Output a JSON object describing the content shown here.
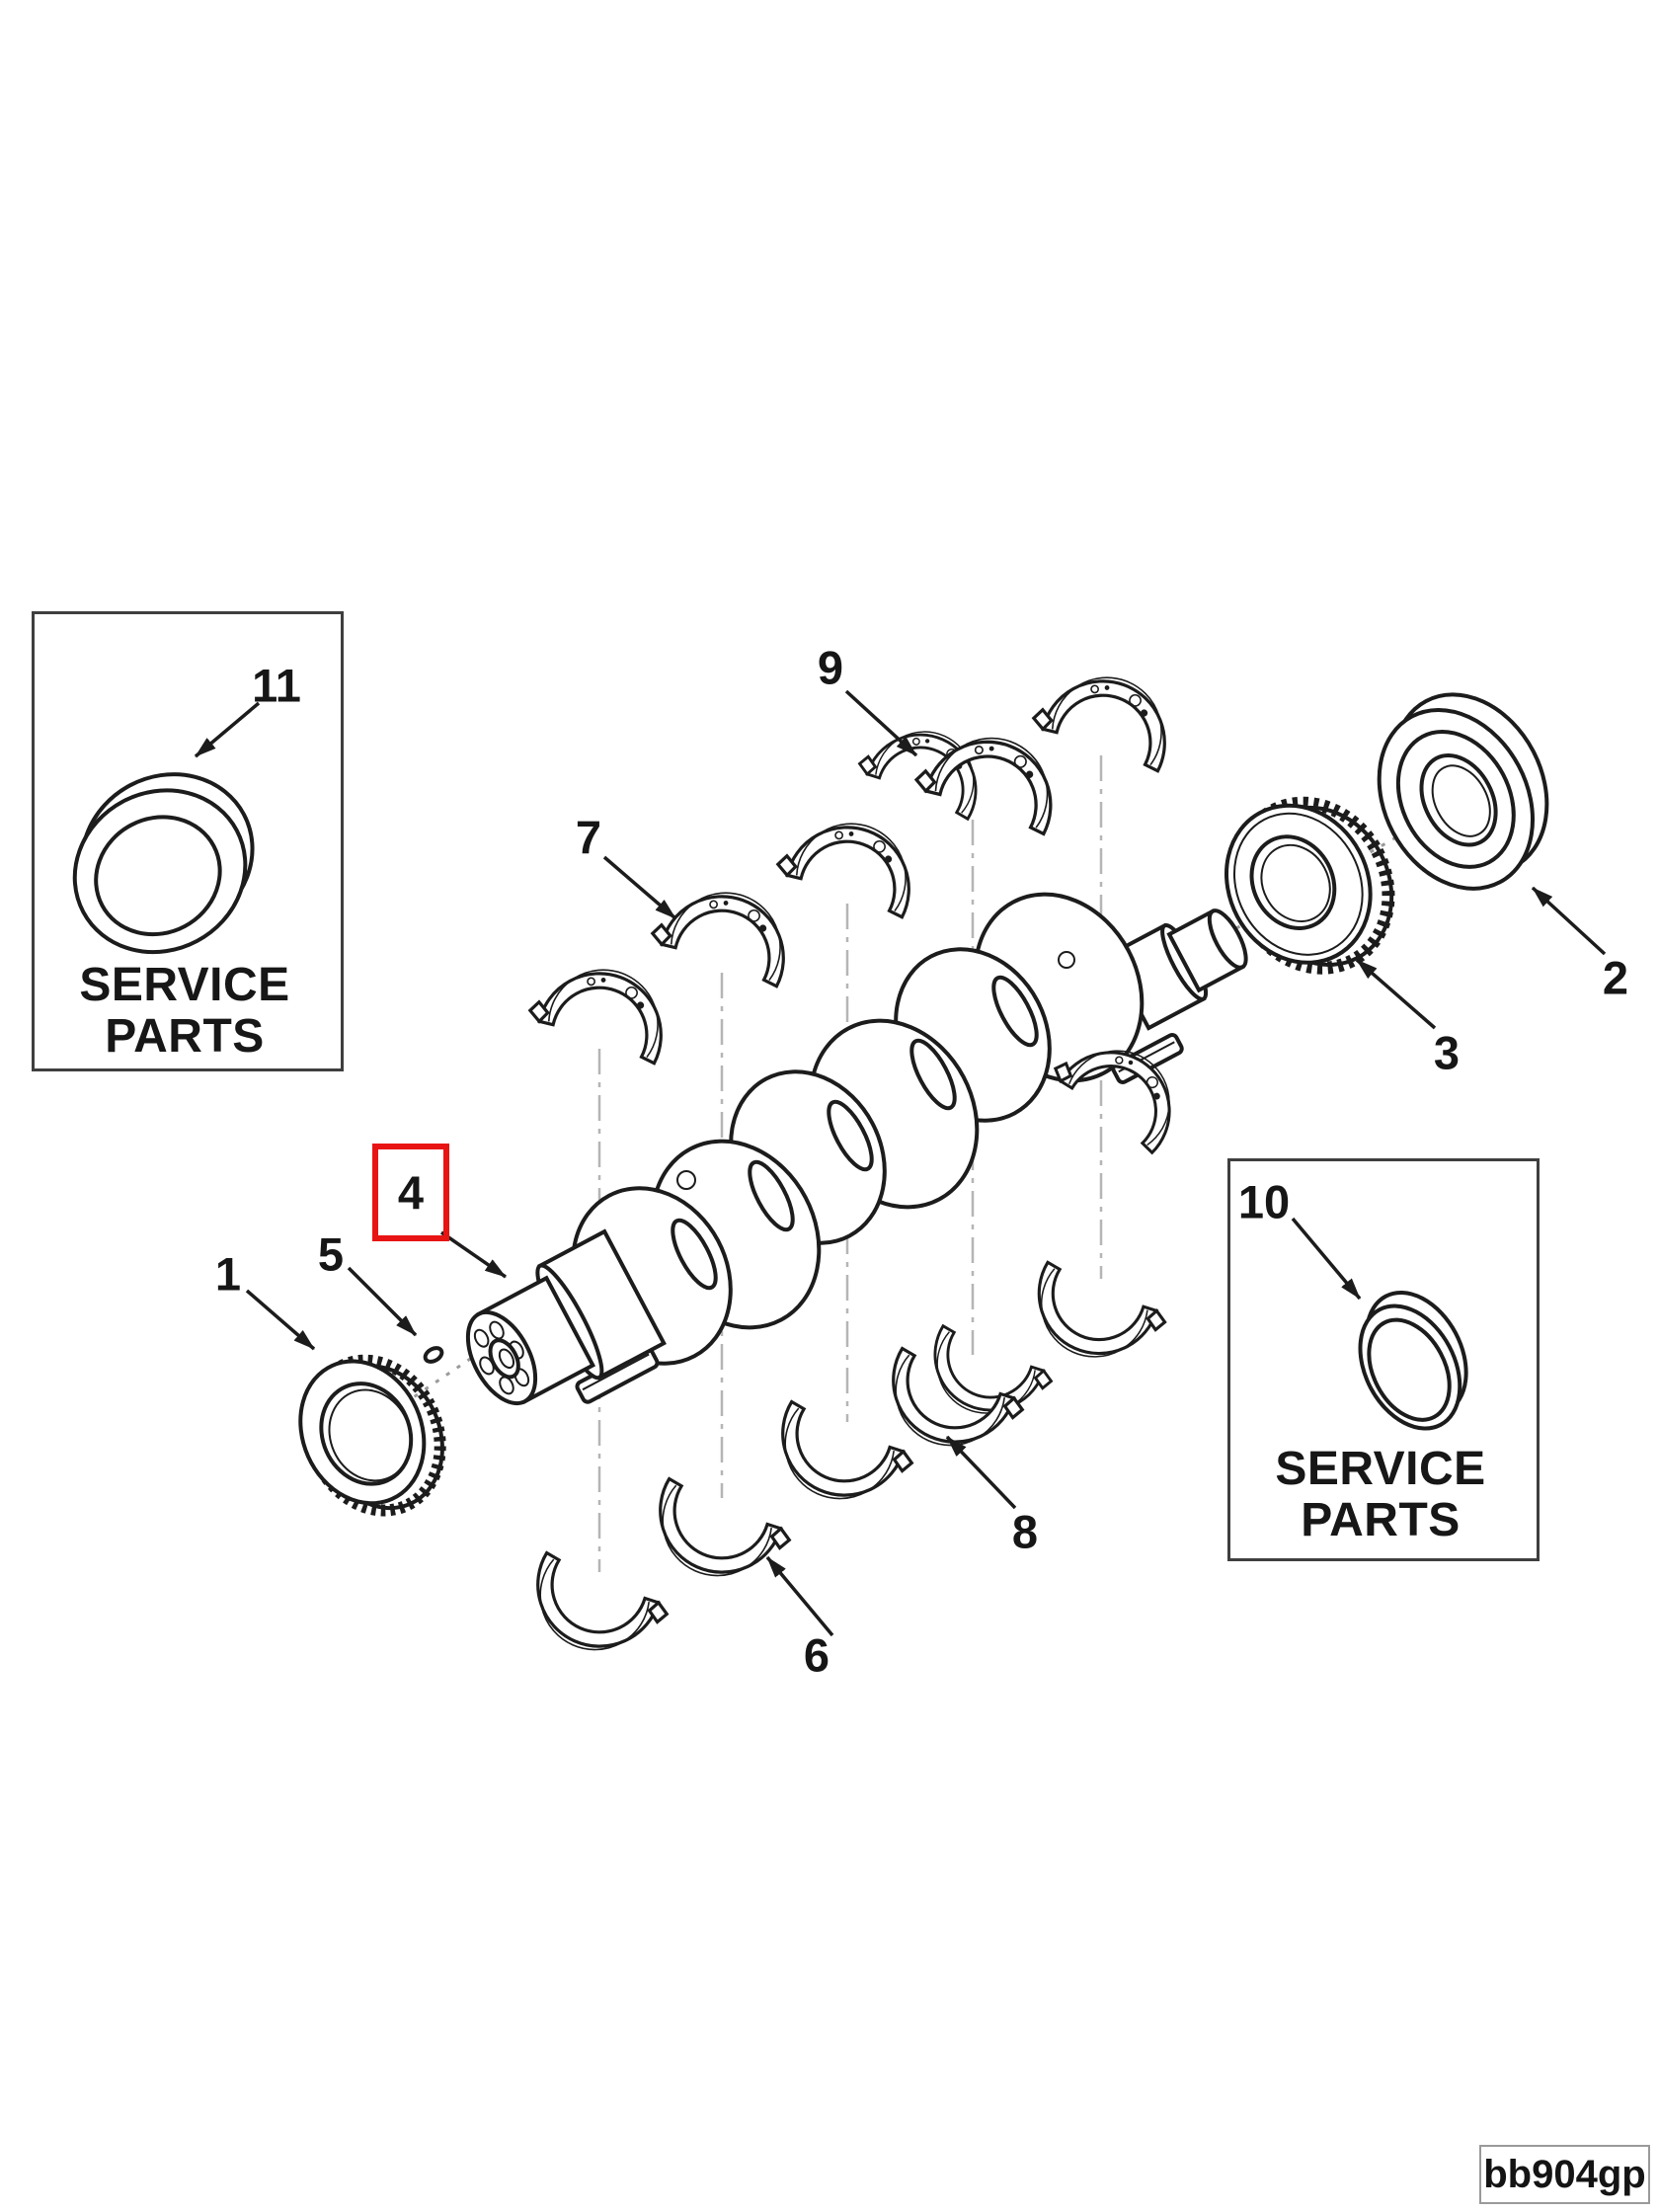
{
  "figure": {
    "code_label": "bb904gp",
    "colors": {
      "line": "#1c1c1c",
      "centerline": "#b5b5b5",
      "highlight": "#e81414",
      "background": "#ffffff"
    },
    "service_parts_top": {
      "lines": [
        "SERVICE",
        "PARTS"
      ]
    },
    "service_parts_bottom": {
      "lines": [
        "SERVICE",
        "PARTS"
      ]
    },
    "callouts": {
      "c1": {
        "label": "1",
        "highlighted": false
      },
      "c2": {
        "label": "2",
        "highlighted": false
      },
      "c3": {
        "label": "3",
        "highlighted": false
      },
      "c4": {
        "label": "4",
        "highlighted": true
      },
      "c5": {
        "label": "5",
        "highlighted": false
      },
      "c6": {
        "label": "6",
        "highlighted": false
      },
      "c7": {
        "label": "7",
        "highlighted": false
      },
      "c8": {
        "label": "8",
        "highlighted": false
      },
      "c9": {
        "label": "9",
        "highlighted": false
      },
      "c10": {
        "label": "10",
        "highlighted": false
      },
      "c11": {
        "label": "11",
        "highlighted": false
      }
    }
  }
}
